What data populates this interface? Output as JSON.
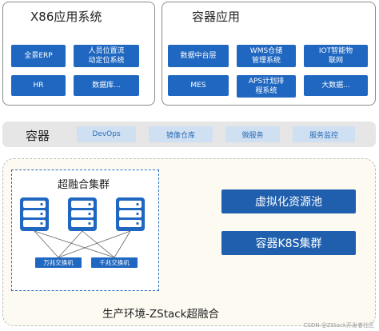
{
  "x86": {
    "title": "X86应用系统",
    "tiles": [
      "全景ERP",
      "人员位置流\n动定位系统",
      "HR",
      "数据库..."
    ]
  },
  "container_apps": {
    "title": "容器应用",
    "tiles": [
      "数据中台层",
      "WMS仓储\n管理系统",
      "IOT智能物\n联网",
      "MES",
      "APS计划排\n程系统",
      "大数据..."
    ]
  },
  "container": {
    "title": "容器",
    "pills": [
      "DevOps",
      "镜像仓库",
      "微服务",
      "服务监控"
    ]
  },
  "production": {
    "cluster_title": "超融合集群",
    "switch_left": "万兆交换机",
    "switch_right": "千兆交换机",
    "virtual_pool": "虚拟化资源池",
    "k8s": "容器K8S集群",
    "footer": "生产环境-ZStack超融合"
  },
  "watermark": "CSDN @ZStack开发者社区",
  "colors": {
    "tile_blue": "#1f67c0",
    "pill_bg": "#cfe0f3",
    "pill_text": "#2b6cb5"
  }
}
